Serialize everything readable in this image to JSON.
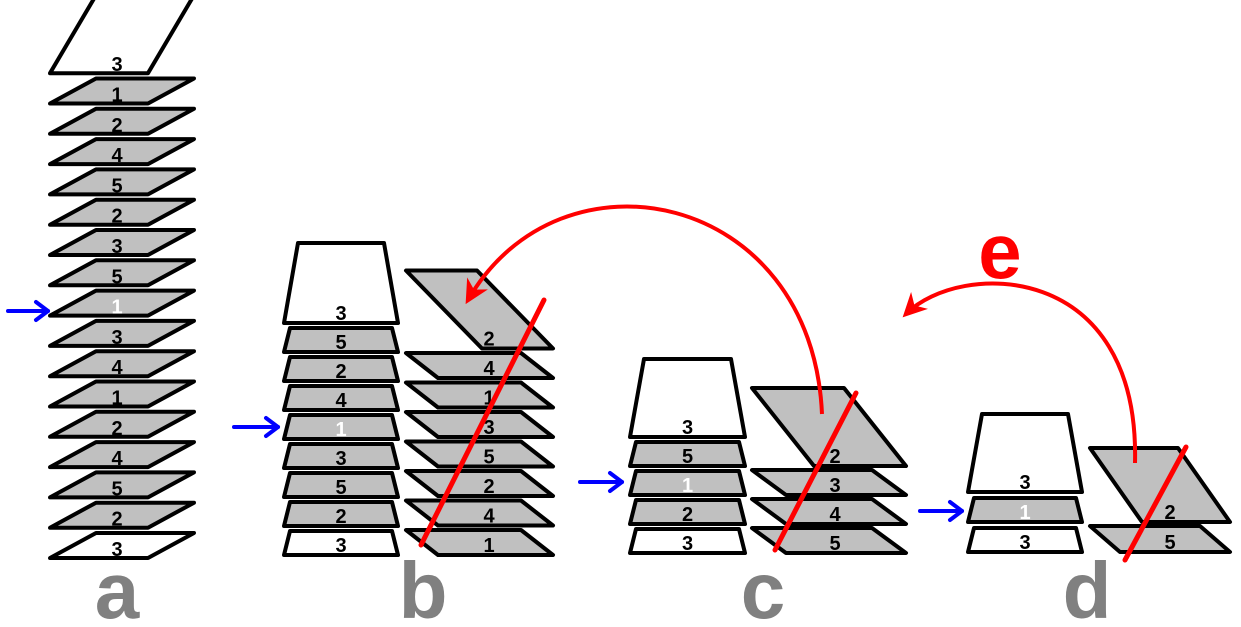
{
  "colors": {
    "card_fill": "#c0c0c0",
    "card_white": "#ffffff",
    "outline": "#000000",
    "pointer_arrow": "#0000ff",
    "slash_and_move": "#ff0000",
    "panel_letter": "#808080",
    "move_letter": "#ff0000",
    "selected_number": "#ffffff"
  },
  "panels": {
    "a": {
      "label": "a",
      "stack": {
        "cards": [
          "3",
          "1",
          "2",
          "4",
          "5",
          "2",
          "3",
          "5",
          "1",
          "3",
          "4",
          "1",
          "2",
          "4",
          "5",
          "2",
          "3"
        ],
        "white_cards": [
          0,
          16
        ],
        "selected_index": 8
      }
    },
    "b": {
      "label": "b",
      "kept_stack": {
        "cards": [
          "3",
          "5",
          "2",
          "4",
          "1",
          "3",
          "5",
          "2",
          "3"
        ],
        "white_cards": [
          0,
          8
        ],
        "selected_index": 4
      },
      "discard_stack": {
        "cards": [
          "2",
          "4",
          "1",
          "3",
          "5",
          "2",
          "4",
          "1"
        ],
        "crossed_out": true
      }
    },
    "c": {
      "label": "c",
      "kept_stack": {
        "cards": [
          "3",
          "5",
          "1",
          "2",
          "3"
        ],
        "white_cards": [
          0,
          4
        ],
        "selected_index": 2
      },
      "discard_stack": {
        "cards": [
          "2",
          "3",
          "4",
          "5"
        ],
        "crossed_out": true
      }
    },
    "d": {
      "label": "d",
      "kept_stack": {
        "cards": [
          "3",
          "1",
          "3"
        ],
        "white_cards": [
          0,
          2
        ],
        "selected_index": 1
      },
      "discard_stack": {
        "cards": [
          "2",
          "5"
        ],
        "crossed_out": true
      }
    }
  },
  "move_label": "e",
  "icons": {
    "pointer": "blue-right-arrow-icon",
    "move": "red-curved-arrow-icon",
    "discard": "red-slash-icon"
  }
}
